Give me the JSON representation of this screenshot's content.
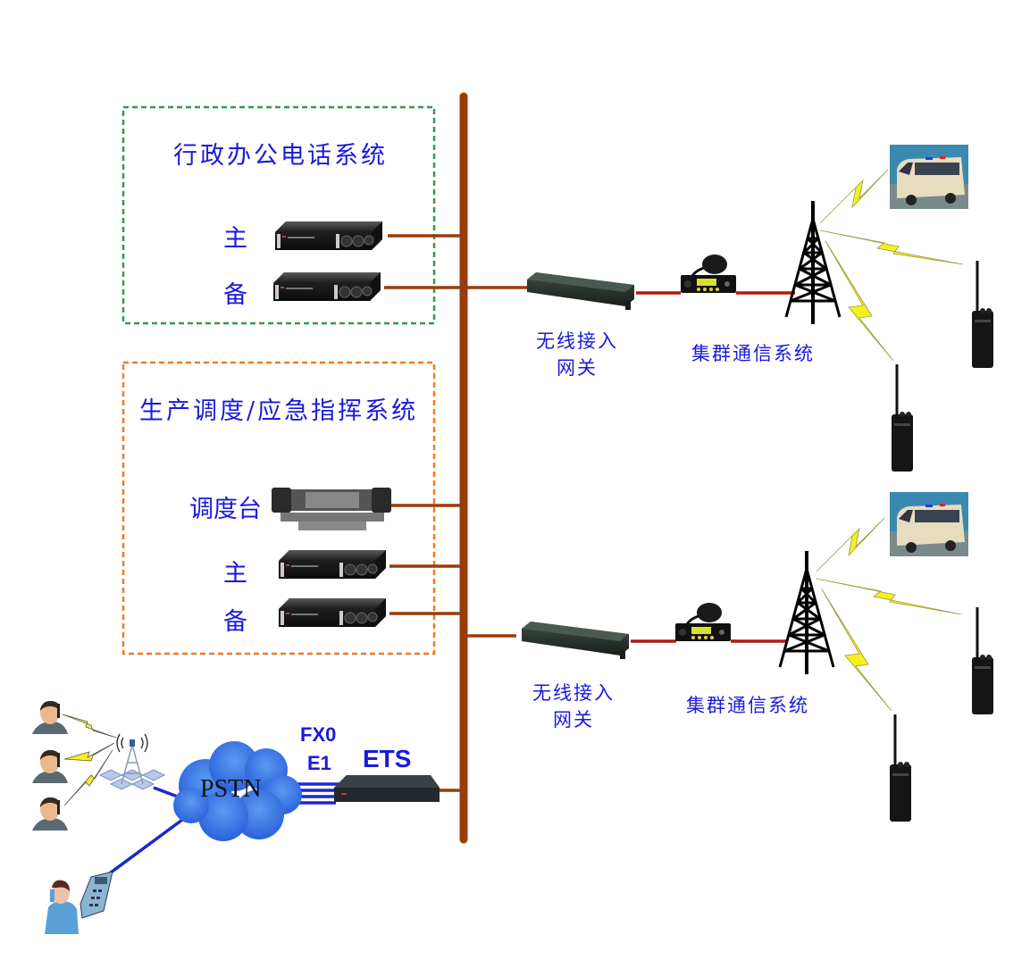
{
  "groups": {
    "admin": {
      "title": "行政办公电话系统",
      "border_color": "#2e9a5a",
      "primary_label": "主",
      "backup_label": "备"
    },
    "dispatch": {
      "title": "生产调度/应急指挥系统",
      "border_color": "#f07a1e",
      "console_label": "调度台",
      "primary_label": "主",
      "backup_label": "备"
    }
  },
  "bus": {
    "color": "#9a3b0a"
  },
  "wireless_branches": [
    {
      "gateway_label_line1": "无线接入",
      "gateway_label_line2": "网关",
      "trunk_label": "集群通信系统"
    },
    {
      "gateway_label_line1": "无线接入",
      "gateway_label_line2": "网关",
      "trunk_label": "集群通信系统"
    }
  ],
  "pstn": {
    "cloud_label": "PSTN",
    "interface_label_1": "FX0",
    "interface_label_2": "E1",
    "gateway_label": "ETS"
  },
  "colors": {
    "text": "#1a1adc",
    "link_red": "#b01818",
    "link_blue": "#1a28d0",
    "lightning": "#f5f020",
    "cloud": "#3a7ae8"
  },
  "icons": {
    "server": "rack-server-icon",
    "console": "dispatch-console-icon",
    "gateway": "gateway-box-icon",
    "radio": "mobile-radio-icon",
    "tower": "radio-tower-icon",
    "vehicle": "command-vehicle-icon",
    "handheld": "handheld-radio-icon",
    "cloud": "pstn-cloud-icon",
    "cell": "cell-tower-icon",
    "person": "mobile-user-icon",
    "phone_user": "phone-user-icon"
  }
}
